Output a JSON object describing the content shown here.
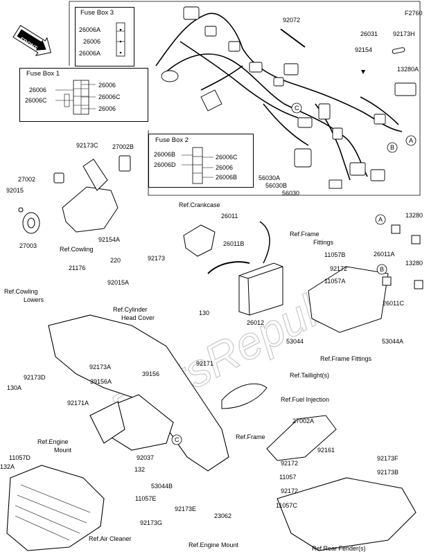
{
  "figure_code": "F2760",
  "front_label": "FRONT",
  "fuse_boxes": [
    {
      "title": "Fuse Box 3",
      "items": [
        "26006A",
        "26006",
        "26006A"
      ]
    },
    {
      "title": "Fuse Box 1",
      "left": [
        "26006",
        "26006C"
      ],
      "right": [
        "26006",
        "26006C",
        "26006"
      ]
    },
    {
      "title": "Fuse Box 2",
      "left": [
        "26006B",
        "26006D"
      ],
      "right": [
        "26006C",
        "26006",
        "26006B"
      ]
    }
  ],
  "callouts": {
    "A": "A",
    "B": "B",
    "C": "C"
  },
  "parts": {
    "p92072": "92072",
    "p26031": "26031",
    "p92173H": "92173H",
    "p92154": "92154",
    "p13280A": "13280A",
    "p56030A": "56030A",
    "p56030B": "56030B",
    "p56030": "56030",
    "p92173C": "92173C",
    "p27002B": "27002B",
    "p27002": "27002",
    "p92015": "92015",
    "p92154A": "92154A",
    "p27003": "27003",
    "p21176": "21176",
    "p220": "220",
    "p92015A": "92015A",
    "p26011": "26011",
    "p26011B": "26011B",
    "p92173": "92173",
    "p130": "130",
    "p26012": "26012",
    "p11057B": "11057B",
    "p92172a": "92172",
    "p11057A": "11057A",
    "p53044": "53044",
    "p53044A": "53044A",
    "p13280a": "13280",
    "p26011A": "26011A",
    "p13280b": "13280",
    "p26011C": "26011C",
    "p130A": "130A",
    "p92173D": "92173D",
    "p92173A": "92173A",
    "p39156A": "39156A",
    "p39156": "39156",
    "p92171A": "92171A",
    "p92171": "92171",
    "p11057D": "11057D",
    "p132A": "132A",
    "p92037": "92037",
    "p132": "132",
    "p53044B": "53044B",
    "p11057E": "11057E",
    "p92173G": "92173G",
    "p92173E": "92173E",
    "p23062": "23062",
    "p27002A": "27002A",
    "p92161": "92161",
    "p92173F": "92173F",
    "p92173B": "92173B",
    "p92172b": "92172",
    "p11057": "11057",
    "p92172c": "92172",
    "p11057C": "11057C"
  },
  "refs": {
    "crankcase": "Ref.Crankcase",
    "frame_fittings": "Ref.Frame",
    "frame_fittings2": "Fittings",
    "cowling": "Ref.Cowling",
    "cowling_lowers1": "Ref.Cowling",
    "cowling_lowers2": "Lowers",
    "cyl_head1": "Ref.Cylinder",
    "cyl_head2": "Head Cover",
    "frame_fittings_b": "Ref.Frame Fittings",
    "taillight": "Ref.Taillight(s)",
    "fuel_injection": "Ref.Fuel Injection",
    "frame": "Ref.Frame",
    "engine_mount1": "Ref.Engine",
    "engine_mount2": "Mount",
    "engine_mount_b": "Ref.Engine Mount",
    "air_cleaner": "Ref.Air Cleaner",
    "rear_fender": "Ref.Rear Fender(s)"
  },
  "watermark": "PartsRepublik"
}
